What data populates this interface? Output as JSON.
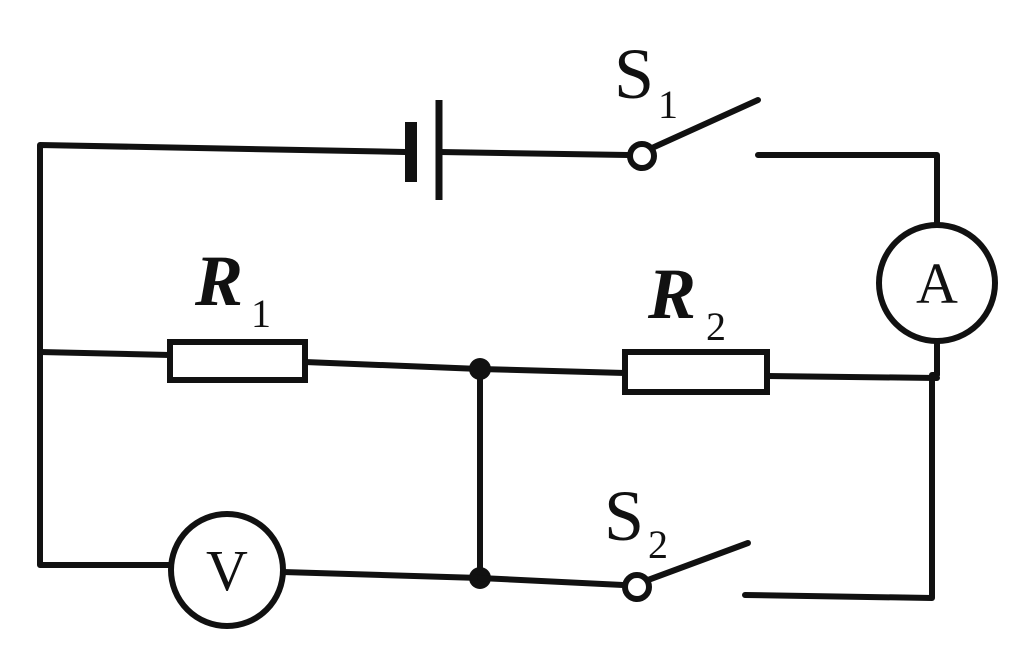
{
  "labels": {
    "r1": {
      "main": "R",
      "sub": "1"
    },
    "r2": {
      "main": "R",
      "sub": "2"
    },
    "s1": {
      "main": "S",
      "sub": "1"
    },
    "s2": {
      "main": "S",
      "sub": "2"
    }
  },
  "meters": {
    "ammeter": "A",
    "voltmeter": "V"
  }
}
